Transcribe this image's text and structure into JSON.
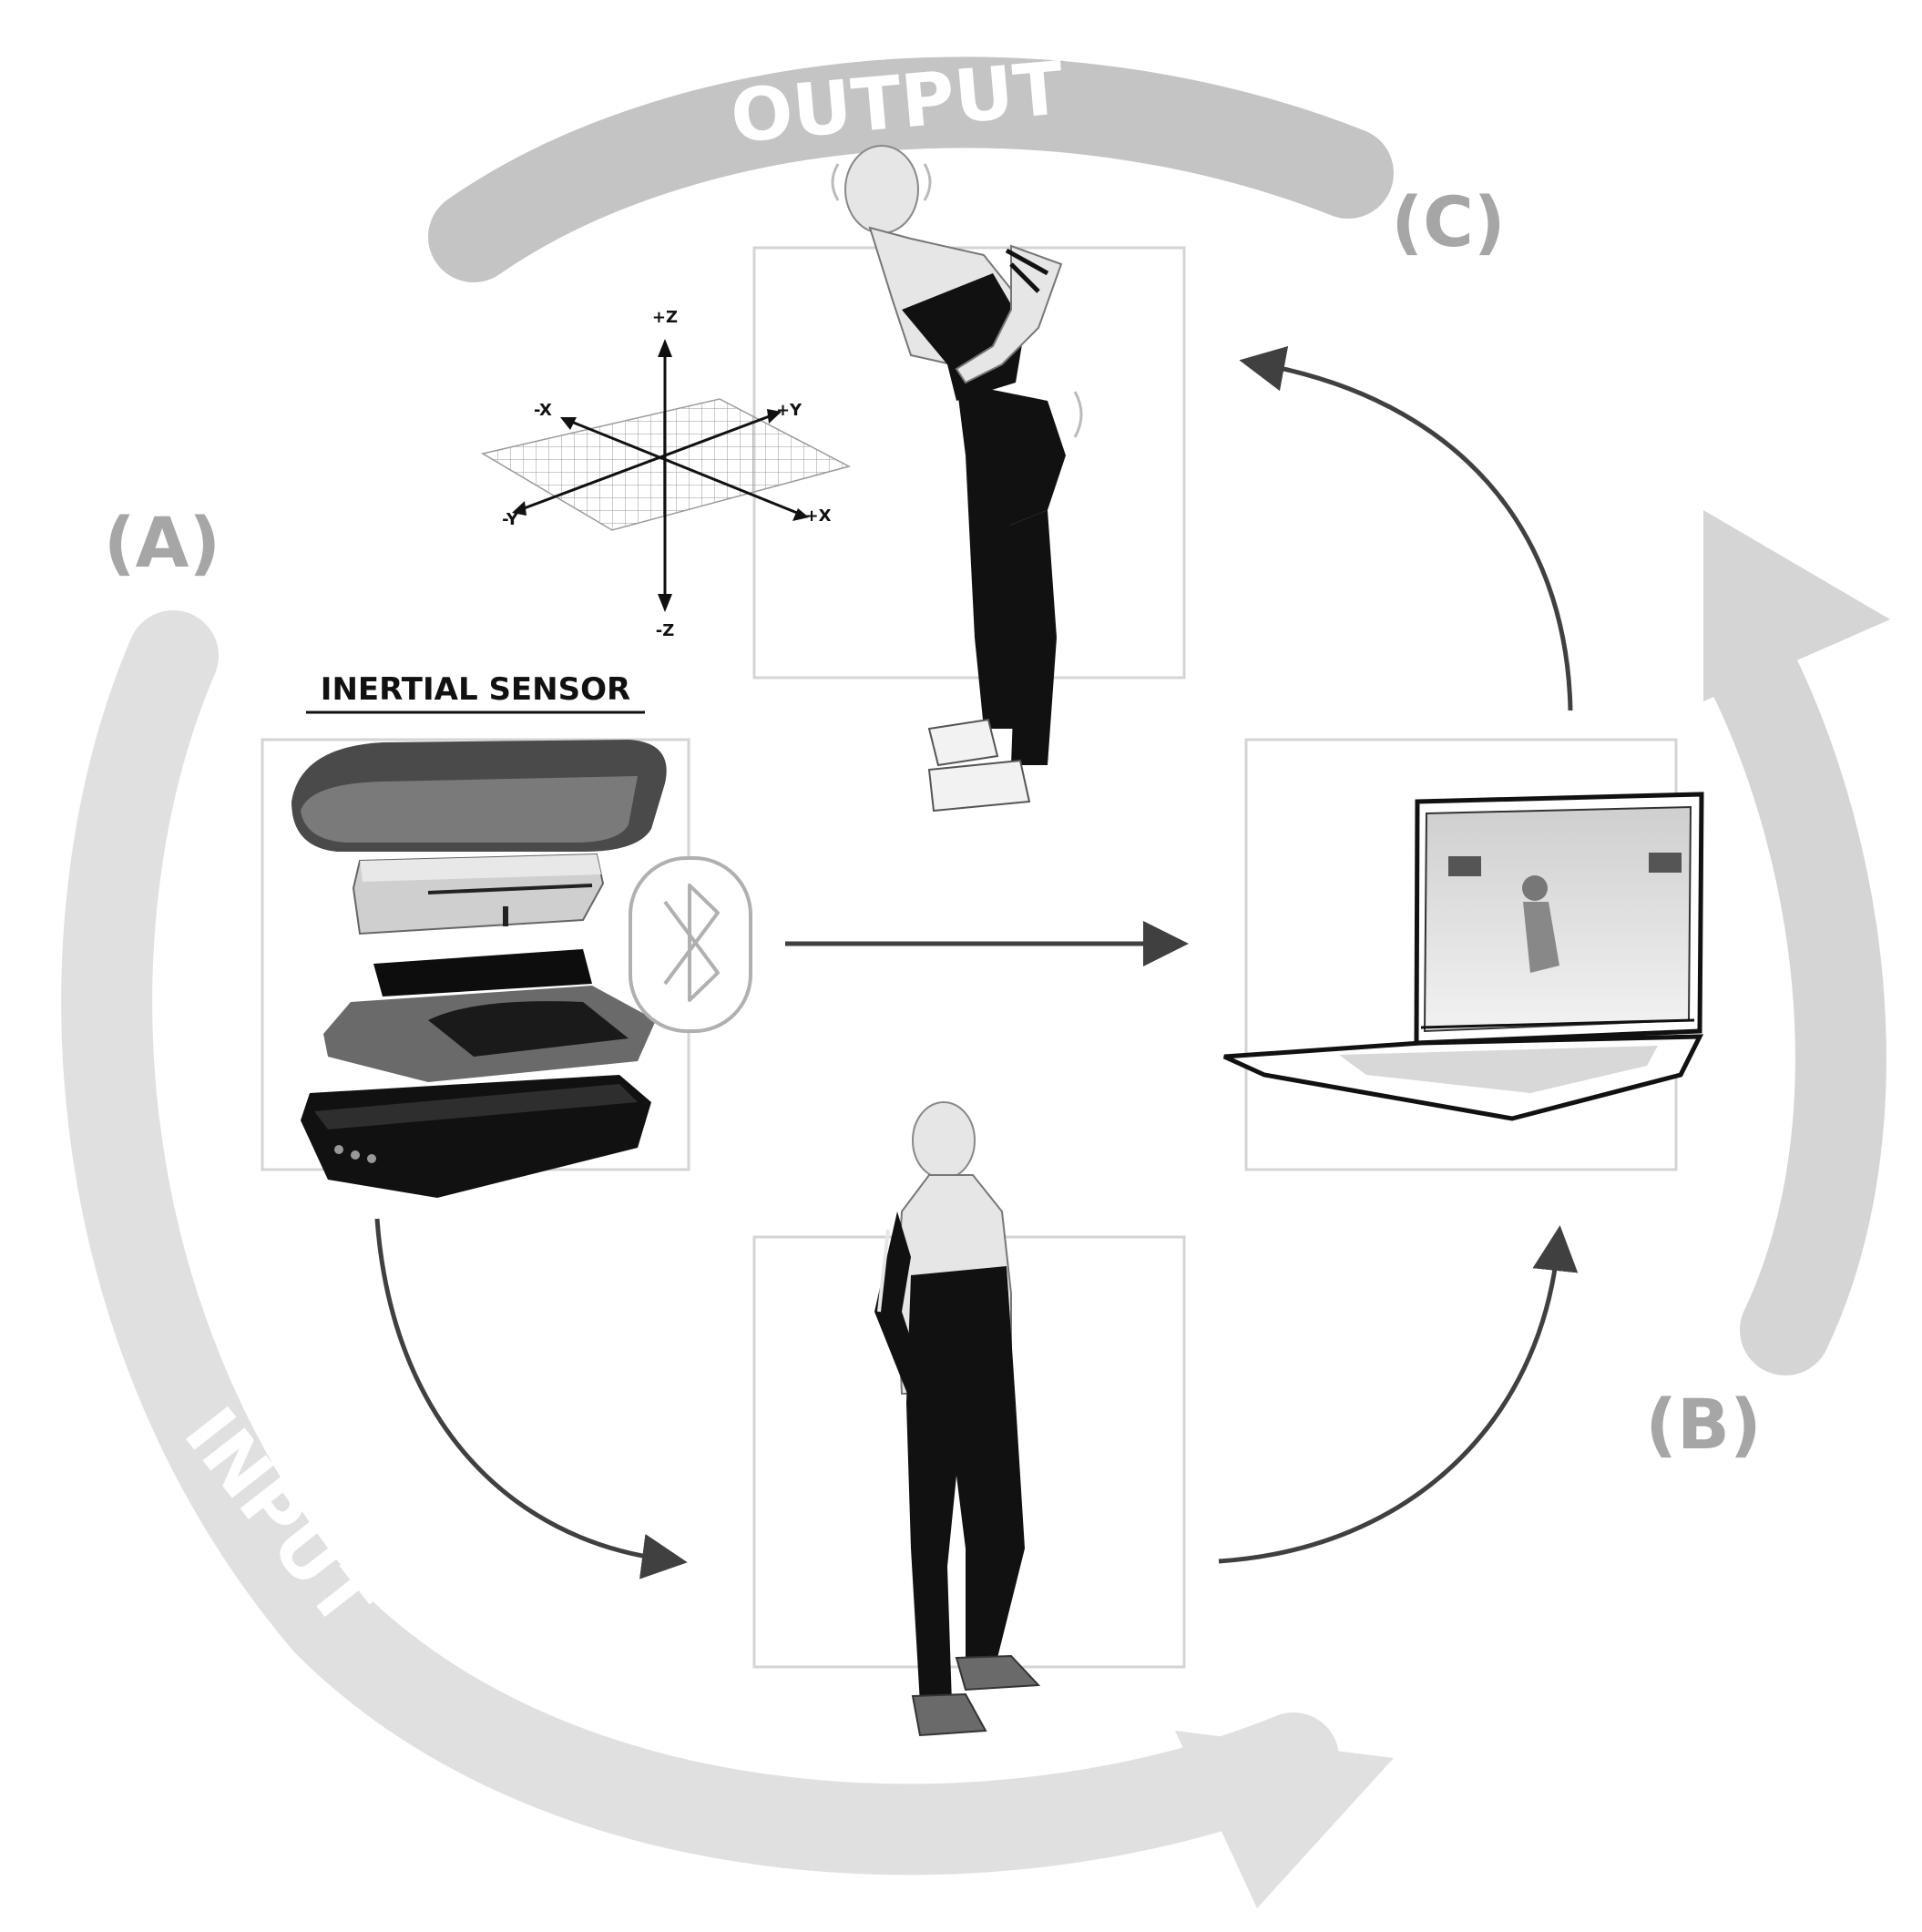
{
  "cycle_labels": {
    "output": "OUTPUT",
    "input": "INPUT",
    "a": "(A)",
    "b": "(B)",
    "c": "(C)"
  },
  "sensor": {
    "title": "INERTIAL SENSOR"
  },
  "axes": {
    "plus_z": "+Z",
    "minus_z": "-Z",
    "plus_x": "+X",
    "minus_x": "-X",
    "plus_y": "+Y",
    "minus_y": "-Y"
  },
  "colors": {
    "cycle_arrow": "#d9d9d9",
    "cycle_arrow_top": "#c8c8c8",
    "cycle_label": "#a6a6a6",
    "flow_arrow": "#404040",
    "frame": "#d0d0d0",
    "figure_dark": "#111111",
    "figure_light": "#e6e6e6"
  },
  "icons": {
    "bluetooth": "bluetooth-icon",
    "laptop": "laptop-icon",
    "sensor": "inertial-sensor-exploded-icon",
    "person_standing": "person-standing-icon",
    "person_bending": "person-bending-icon",
    "axes": "3d-axes-icon"
  }
}
